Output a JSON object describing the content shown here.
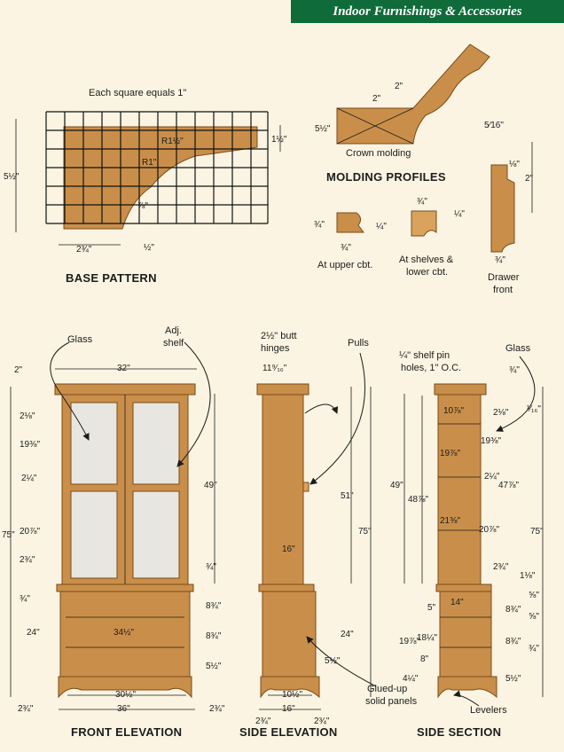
{
  "header": {
    "banner": "Indoor Furnishings & Accessories"
  },
  "base_pattern": {
    "title": "BASE PATTERN",
    "note": "Each square equals 1\"",
    "dims": {
      "height": "5½\"",
      "right": "1½\"",
      "r1": "R1½\"",
      "r2": "R1\"",
      "gap": "⅞\"",
      "bottom": "2¾\"",
      "small": "½\""
    }
  },
  "molding_profiles": {
    "title": "MOLDING PROFILES",
    "crown_label": "Crown molding",
    "dims": {
      "top": "2\"",
      "mid": "2\"",
      "left": "5½\""
    },
    "upper": {
      "label": "At upper cbt.",
      "d1": "¾\"",
      "d2": "¼\"",
      "d3": "¾\""
    },
    "shelves": {
      "label1": "At shelves &",
      "label2": "lower cbt.",
      "d1": "¾\"",
      "d2": "¼\""
    },
    "drawer": {
      "label1": "Drawer",
      "label2": "front",
      "d1": "5⁄16\"",
      "d2": "⅛\"",
      "d3": "2\"",
      "d4": "¾\""
    }
  },
  "front_elevation": {
    "title": "FRONT ELEVATION",
    "labels": {
      "glass": "Glass",
      "adj_shelf1": "Adj.",
      "adj_shelf2": "shelf"
    },
    "dims": {
      "top_width": "32\"",
      "two": "2\"",
      "d1": "2⅛\"",
      "d2": "19⅜\"",
      "d3": "2¼\"",
      "d4": "20⅞\"",
      "d5": "2¾\"",
      "d6": "¾\"",
      "total": "75\"",
      "upper": "49\"",
      "d7": "¾\"",
      "d8": "8¾\"",
      "d9": "8¾\"",
      "d10": "5½\"",
      "lower": "24\"",
      "inner_w": "34½\"",
      "base_w": "30½\"",
      "full_w": "36\"",
      "side_l": "2¾\"",
      "side_r": "2¾\""
    }
  },
  "side_elevation": {
    "title": "SIDE ELEVATION",
    "labels": {
      "hinge1": "2½\" butt",
      "hinge2": "hinges",
      "pulls": "Pulls",
      "panels1": "Glued-up",
      "panels2": "solid panels"
    },
    "dims": {
      "depth_top": "11⁹⁄₁₆\"",
      "h51": "51\"",
      "h75": "75\"",
      "d16": "16\"",
      "h24": "24\"",
      "d5": "5½\"",
      "base": "10½\"",
      "bottom": "16\"",
      "l": "2¾\"",
      "r": "2¾\""
    }
  },
  "side_section": {
    "title": "SIDE SECTION",
    "labels": {
      "pins1": "¼\" shelf pin",
      "pins2": "holes, 1\" O.C.",
      "glass": "Glass",
      "levelers": "Levelers"
    },
    "dims": {
      "d34": "¾\"",
      "d116": "¹⁄₁₆\"",
      "a": "2⅛\"",
      "b": "10⅞\"",
      "c": "19⅜\"",
      "d": "19⅞\"",
      "e": "2¼\"",
      "f": "47⅞\"",
      "g": "21⅜\"",
      "h": "20⅞\"",
      "i": "49\"",
      "j": "48⅞\"",
      "k": "75\"",
      "l": "2¾\"",
      "m": "1⅛\"",
      "n": "14\"",
      "o": "⅝\"",
      "p": "8¾\"",
      "q": "⅝\"",
      "r": "5\"",
      "s": "19⅞\"",
      "t": "18¼\"",
      "u": "8\"",
      "v": "8¾\"",
      "w": "4¼\"",
      "x": "5½\"",
      "y": "¾\""
    }
  }
}
